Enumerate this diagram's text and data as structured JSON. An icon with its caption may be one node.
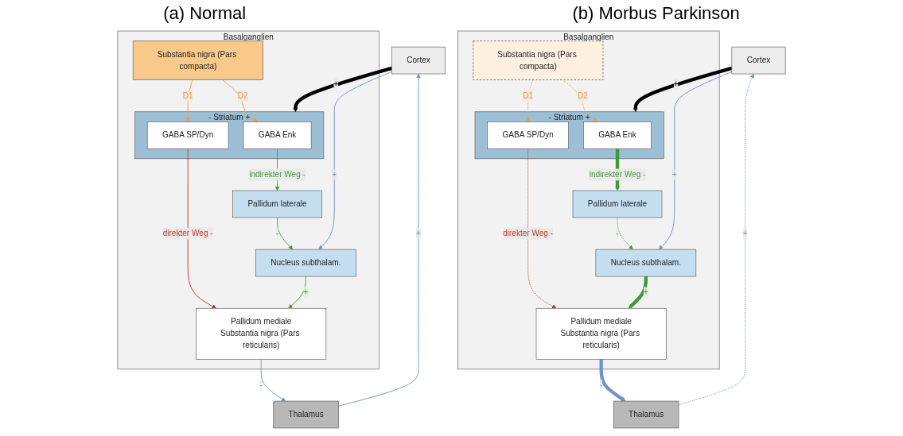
{
  "diagram": {
    "nodes": [
      {
        "text": [
          "Cortex"
        ]
      },
      {
        "text": [
          "Basalganglien"
        ]
      },
      {
        "text": [
          "-",
          "Striatum",
          "+"
        ],
        "in": 1
      },
      {
        "text": [
          "GABA Enk"
        ],
        "in": 2
      },
      {
        "text": [
          "GABA SP/Dyn"
        ],
        "in": 2
      },
      {
        "text": [
          "Pallidum laterale"
        ],
        "in": 1
      },
      {
        "text": [
          "Substantia nigra (Pars compacta)"
        ],
        "in": 1
      },
      {
        "text": [
          "Pallidum mediale",
          "Substantia nigra (Pars reticularis)"
        ],
        "in": 1
      },
      {
        "text": [
          "Nucleus subthalam."
        ],
        "in": 1
      },
      {
        "text": [
          "Thalamus"
        ]
      },
      {
        "text": [
          "Cortex"
        ]
      },
      {
        "text": [
          "Basalganglien"
        ]
      },
      {
        "text": [
          "-",
          "Striatum",
          "+"
        ],
        "in": 11
      },
      {
        "text": [
          "GABA Enk"
        ],
        "in": 12
      },
      {
        "text": [
          "GABA SP/Dyn"
        ],
        "in": 12
      },
      {
        "text": [
          "Pallidum laterale"
        ],
        "in": 11
      },
      {
        "text": [
          "Substantia nigra (Pars compacta)"
        ],
        "in": 11
      },
      {
        "text": [
          "Pallidum mediale",
          "Substantia nigra (Pars reticularis)"
        ],
        "in": 11
      },
      {
        "text": [
          "Nucleus subthalam."
        ],
        "in": 11
      },
      {
        "text": [
          "Thalamus"
        ]
      }
    ],
    "edges": [
      {
        "from": 0,
        "to": 2,
        "arrow": "to",
        "label": "+",
        "style": "thick",
        "color": "#000000"
      },
      {
        "from": 6,
        "to": 3,
        "arrow": "to",
        "label": "D2",
        "color": "#f39a3c"
      },
      {
        "from": 6,
        "to": 4,
        "arrow": "to",
        "label": "D1",
        "color": "#f39a3c"
      },
      {
        "from": 3,
        "to": 5,
        "arrow": "to",
        "label": "indirekter Weg -"
      },
      {
        "from": 4,
        "to": 7,
        "arrow": "to",
        "label": "direkter Weg -",
        "color": "#c0392b"
      },
      {
        "from": 5,
        "to": 8,
        "arrow": "to",
        "label": "-"
      },
      {
        "from": 8,
        "to": 7,
        "arrow": "to",
        "label": "+"
      },
      {
        "from": 7,
        "to": 9,
        "arrow": "to",
        "label": "-",
        "color": "#7094c8"
      },
      {
        "from": 9,
        "to": 0,
        "arrow": "to",
        "label": "+",
        "color": "#7094c8"
      },
      {
        "from": 0,
        "to": 8,
        "arrow": "to",
        "label": "+",
        "color": "#7094c8"
      },
      {
        "from": 10,
        "to": 12,
        "arrow": "to",
        "label": "+",
        "style": "thick",
        "color": "#000000"
      },
      {
        "from": 16,
        "to": 13,
        "arrow": "to",
        "label": "D2",
        "style": "dashed",
        "color": "#f39a3c"
      },
      {
        "from": 16,
        "to": 14,
        "arrow": "to",
        "label": "D1",
        "style": "dashed",
        "color": "#f39a3c"
      },
      {
        "from": 13,
        "to": 15,
        "arrow": "to",
        "label": "indirekter Weg -",
        "style": "thick"
      },
      {
        "from": 14,
        "to": 17,
        "arrow": "to",
        "label": "direkter Weg -",
        "style": "dashed",
        "color": "#c0392b"
      },
      {
        "from": 15,
        "to": 18,
        "arrow": "to",
        "label": "-",
        "style": "dashed"
      },
      {
        "from": 18,
        "to": 17,
        "arrow": "to",
        "label": "+",
        "style": "thick"
      },
      {
        "from": 17,
        "to": 19,
        "arrow": "to",
        "label": "-",
        "style": "thick",
        "color": "#7094c8"
      },
      {
        "from": 19,
        "to": 10,
        "arrow": "to",
        "label": "+",
        "style": "dashed",
        "color": "#7094c8"
      },
      {
        "from": 10,
        "to": 18,
        "arrow": "to",
        "label": "+",
        "color": "#7094c8"
      }
    ],
    "labels": [
      "(a) Normal",
      "(b) Morbus Parkinson"
    ]
  }
}
